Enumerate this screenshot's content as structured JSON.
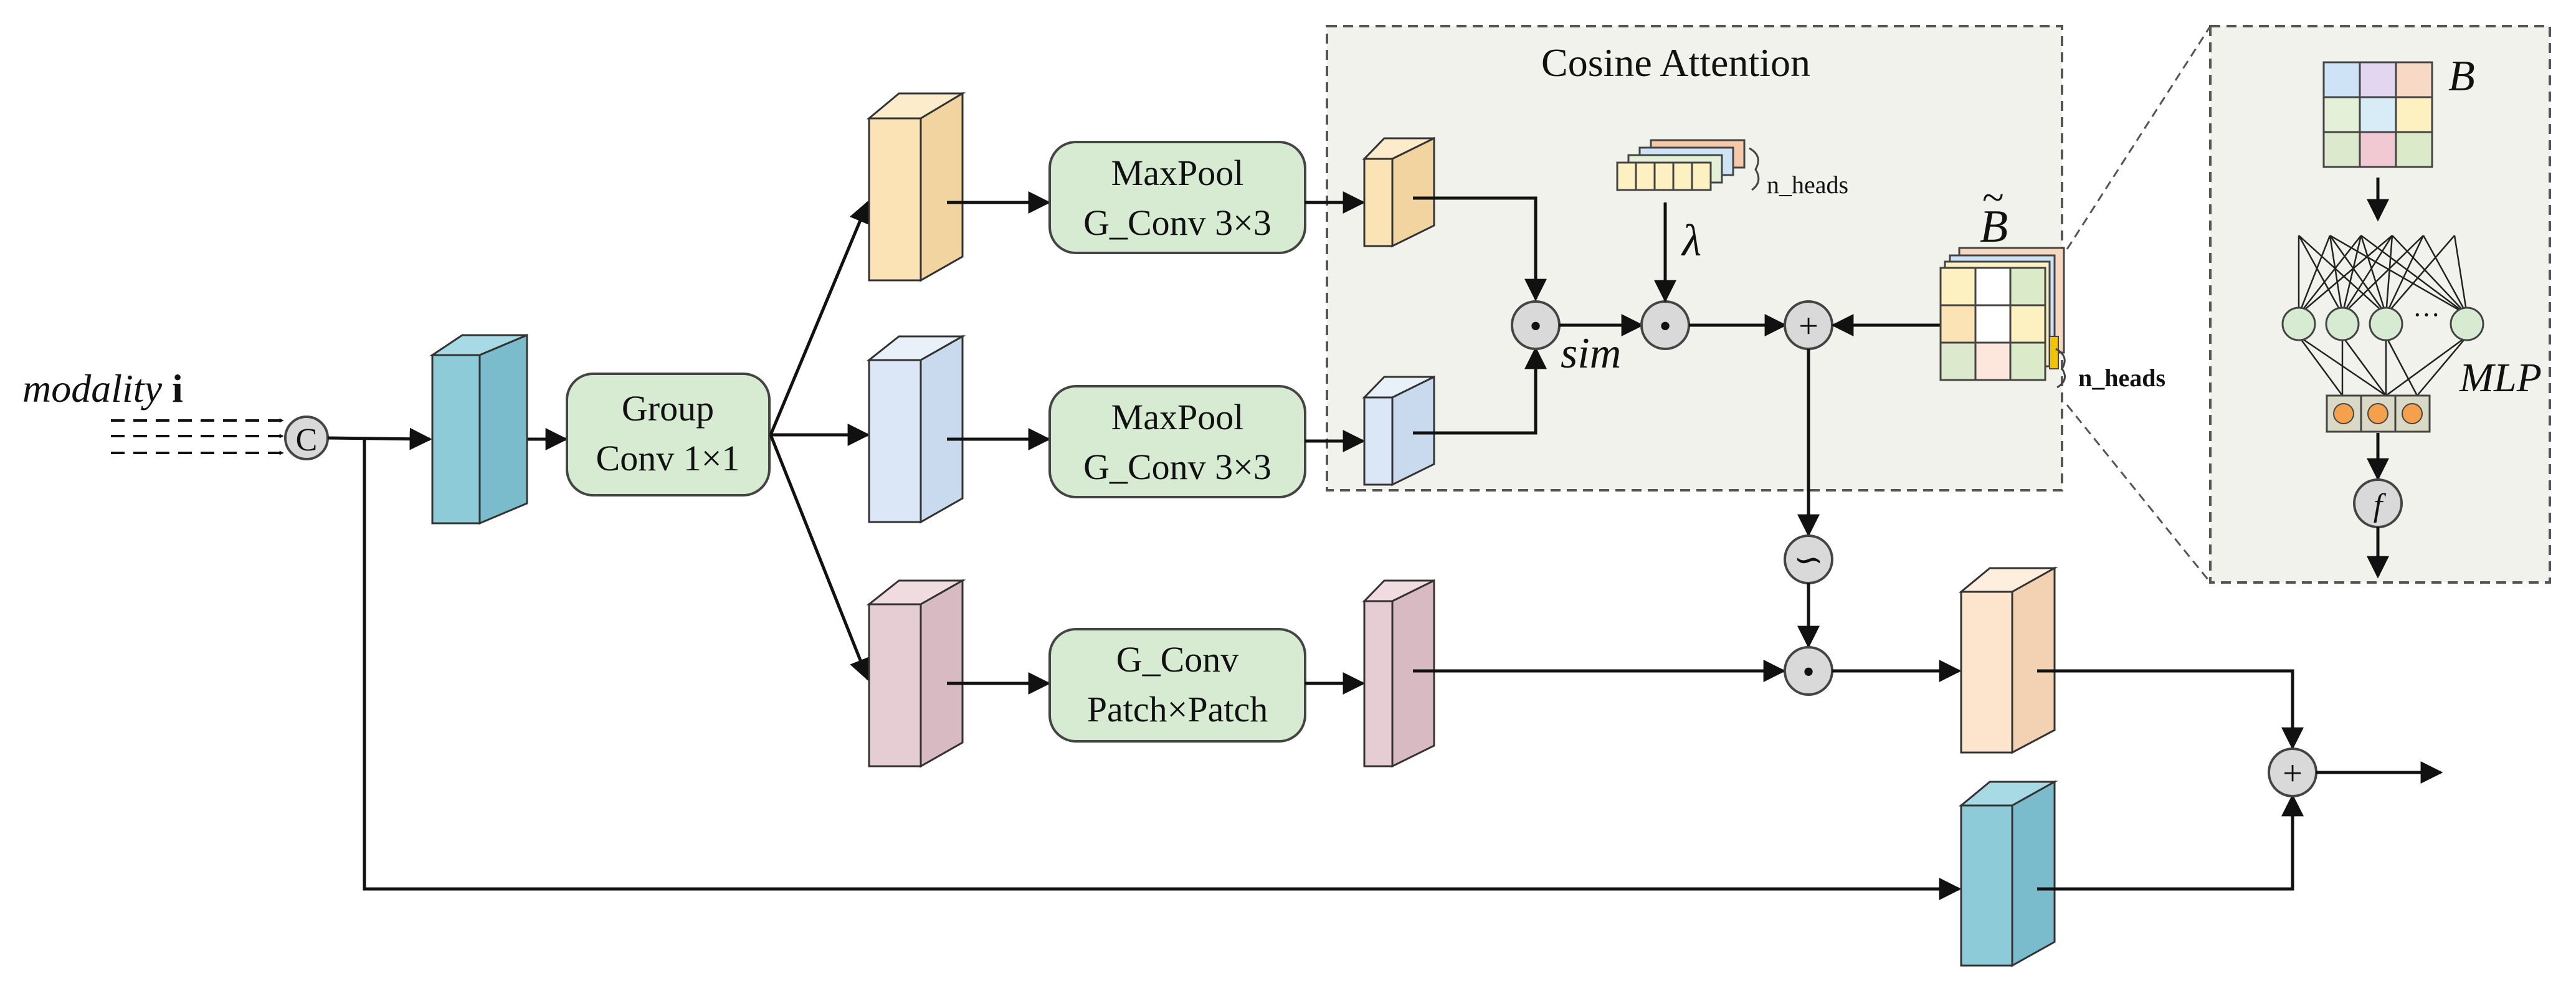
{
  "labels": {
    "input_modality": "modality",
    "input_index": "i",
    "concat_symbol": "C",
    "group_conv_line1": "Group",
    "group_conv_line2": "Conv 1×1",
    "maxpool_a_line1": "MaxPool",
    "maxpool_a_line2": "G_Conv 3×3",
    "maxpool_b_line1": "MaxPool",
    "maxpool_b_line2": "G_Conv 3×3",
    "gconv_patch_line1": "G_Conv",
    "gconv_patch_line2": "Patch×Patch",
    "cosine_attention_title": "Cosine Attention",
    "lambda": "λ",
    "sim": "sim",
    "n_heads_top": "n_heads",
    "n_heads_bias": "n_heads",
    "b_tilde": "B",
    "b_tilde_accent": "~",
    "b_matrix": "B",
    "mlp": "MLP",
    "ellipsis": "···",
    "function_symbol": "f",
    "dot_symbol": "•",
    "plus_symbol": "+",
    "sigmoid_symbol": "∽"
  },
  "colors": {
    "orange_cube": "#fbe3b5",
    "blue_light_cube": "#dbe7f6",
    "pink_cube": "#e6cdd3",
    "teal_cube": "#8ecbd9",
    "peach_cube": "#fde4cc",
    "box_fill": "#d6ebd2",
    "panel_fill": "#f2f2ec",
    "operator_fill": "#d9d9d9",
    "grid_colors": [
      "#cfe3f6",
      "#e2d6f0",
      "#f8d9c6",
      "#e4f0d7",
      "#d7ecf6",
      "#fdf1c2",
      "#dde9cc",
      "#f0c9d2",
      "#dbeac8"
    ]
  }
}
